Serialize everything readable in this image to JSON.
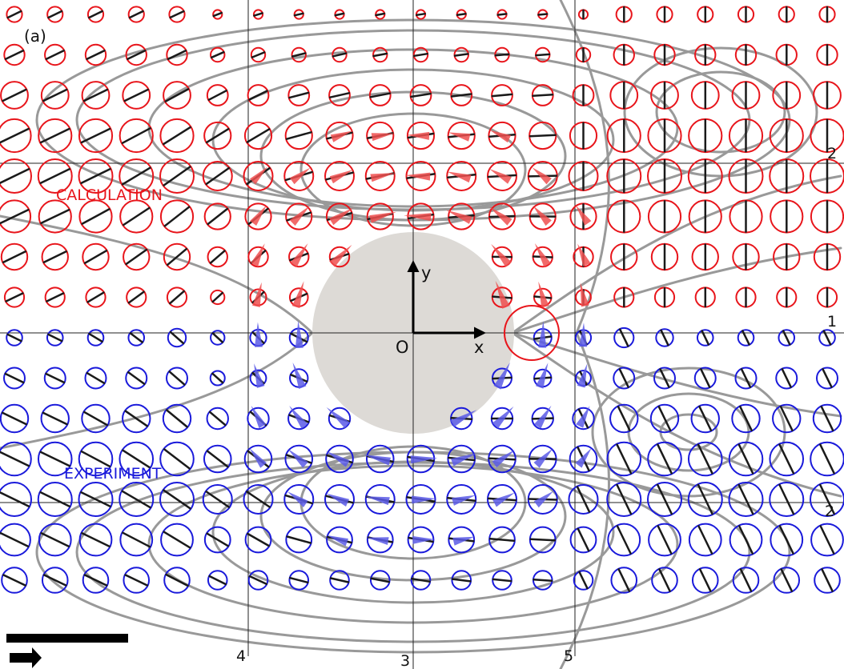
{
  "panel_label": "(a)",
  "regions": {
    "calculation": {
      "label": "CALCULATION",
      "color": "#e8151b"
    },
    "experiment": {
      "label": "EXPERIMENT",
      "color": "#1a1adb"
    }
  },
  "axes": {
    "x_label": "x",
    "y_label": "y",
    "origin_label": "O"
  },
  "line_labels": {
    "line1": "1",
    "line2_upper": "2",
    "line2_lower": "2",
    "line3": "3",
    "line4": "4",
    "line5": "5"
  },
  "colors": {
    "calculation": "#e8151b",
    "experiment": "#1a1adb",
    "contour": "#999999",
    "particle": "#dddad6",
    "arrow_calc": "#ef4f4f",
    "arrow_exp": "#5a5ae6",
    "ellipse_axis": "#1a1a1a",
    "guide_line": "#222222"
  },
  "icons": {
    "scale_bar": "scale-bar",
    "scale_arrow": "right-arrow-icon"
  }
}
